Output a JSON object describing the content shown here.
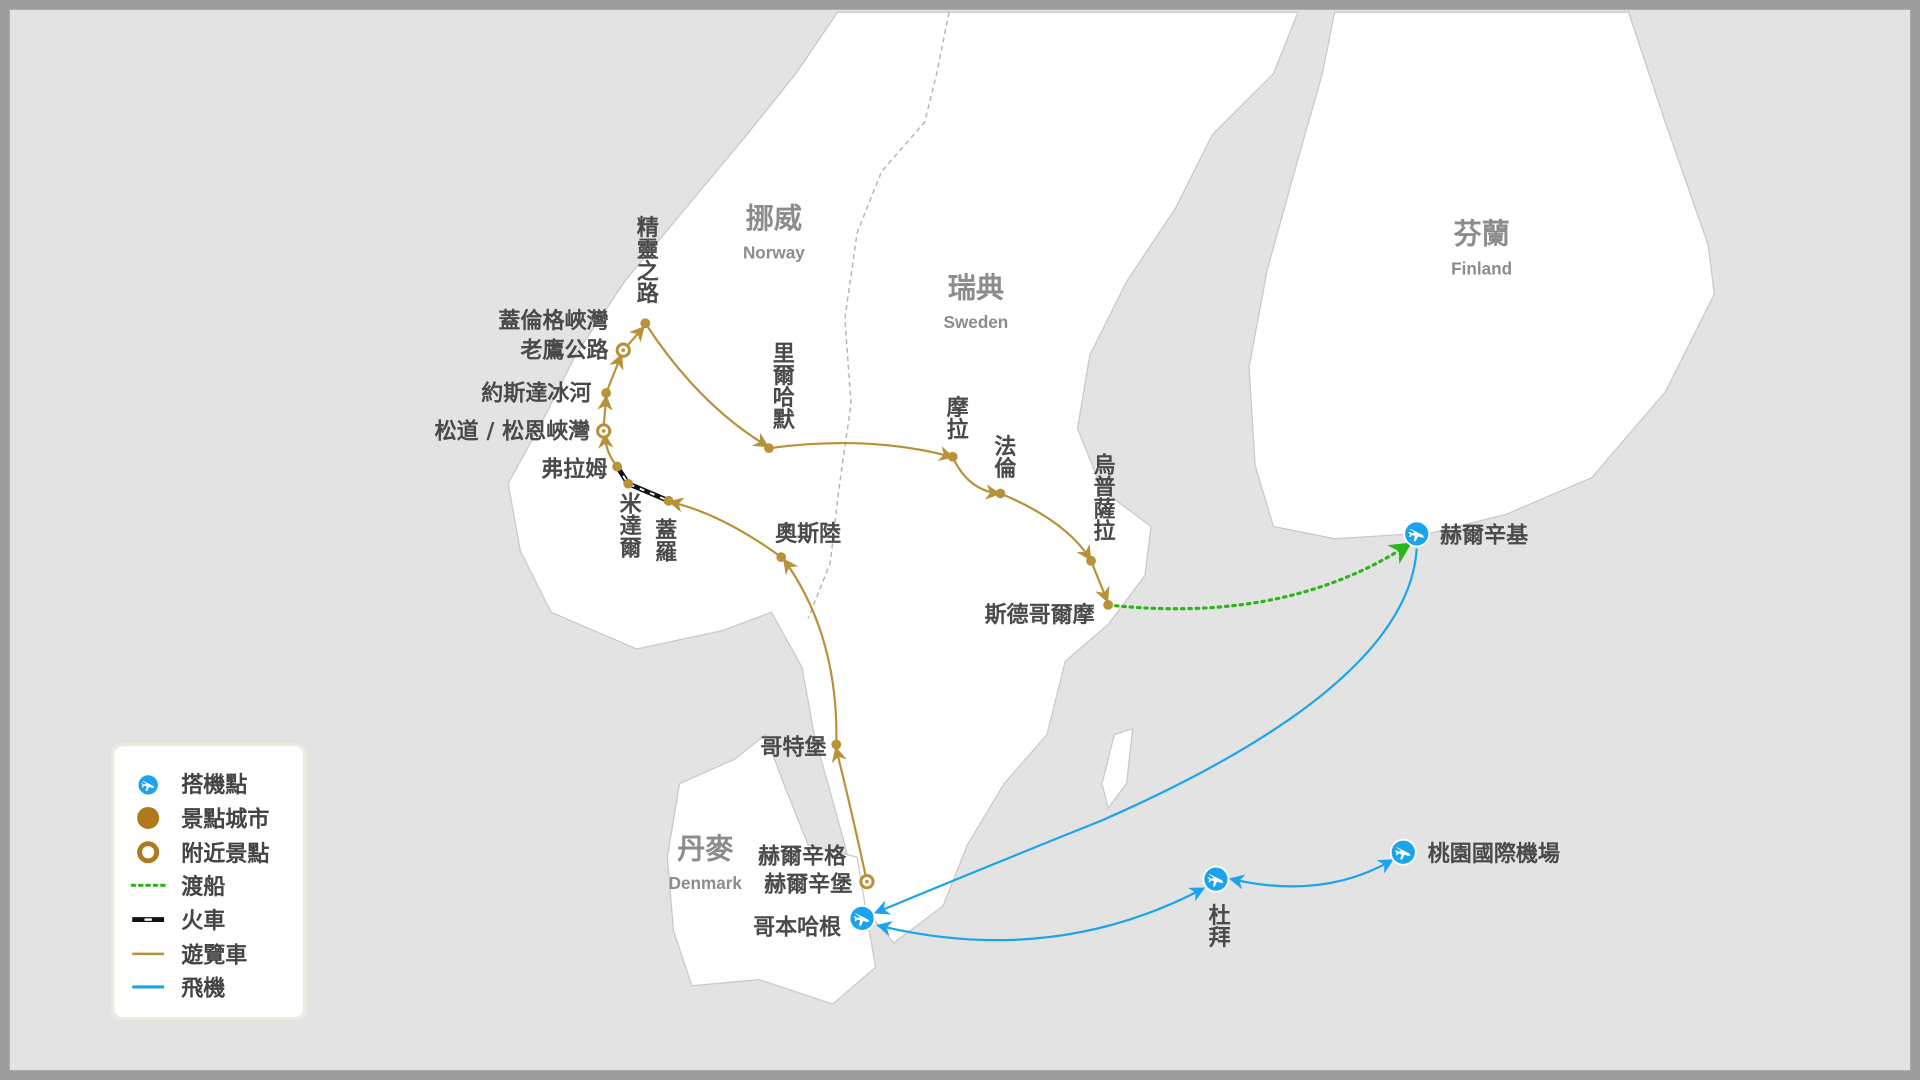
{
  "countries": {
    "norway": {
      "zh": "挪威",
      "en": "Norway"
    },
    "sweden": {
      "zh": "瑞典",
      "en": "Sweden"
    },
    "finland": {
      "zh": "芬蘭",
      "en": "Finland"
    },
    "denmark": {
      "zh": "丹麥",
      "en": "Denmark"
    }
  },
  "places": {
    "trollstigen": "精靈之路",
    "geirangerfjord": "蓋倫格峽灣",
    "eagle_road": "老鷹公路",
    "jostedal": "約斯達冰河",
    "sognefjord": "松道 / 松恩峽灣",
    "flam": "弗拉姆",
    "myrdal": "米達爾",
    "geilo": "蓋羅",
    "oslo": "奧斯陸",
    "lillehammer": "里爾哈默",
    "mora": "摩拉",
    "falun": "法倫",
    "uppsala": "烏普薩拉",
    "stockholm": "斯德哥爾摩",
    "helsinki": "赫爾辛基",
    "gothenburg": "哥特堡",
    "helsingborg": "赫爾辛格",
    "helsingor": "赫爾辛堡",
    "copenhagen": "哥本哈根",
    "dubai": "杜拜",
    "taoyuan": "桃園國際機場"
  },
  "legend": [
    {
      "label": "搭機點",
      "icon": "airport-icon"
    },
    {
      "label": "景點城市",
      "icon": "city-dot-icon"
    },
    {
      "label": "附近景點",
      "icon": "nearby-ring-icon"
    },
    {
      "label": "渡船",
      "icon": "ferry-line-icon"
    },
    {
      "label": "火車",
      "icon": "train-line-icon"
    },
    {
      "label": "遊覽車",
      "icon": "coach-line-icon"
    },
    {
      "label": "飛機",
      "icon": "flight-line-icon"
    }
  ],
  "colors": {
    "coach": "#b8923a",
    "flight": "#1ba4ec",
    "ferry": "#2db51c",
    "train": "#111111",
    "land": "#ffffff",
    "sea": "#e3e3e3"
  }
}
